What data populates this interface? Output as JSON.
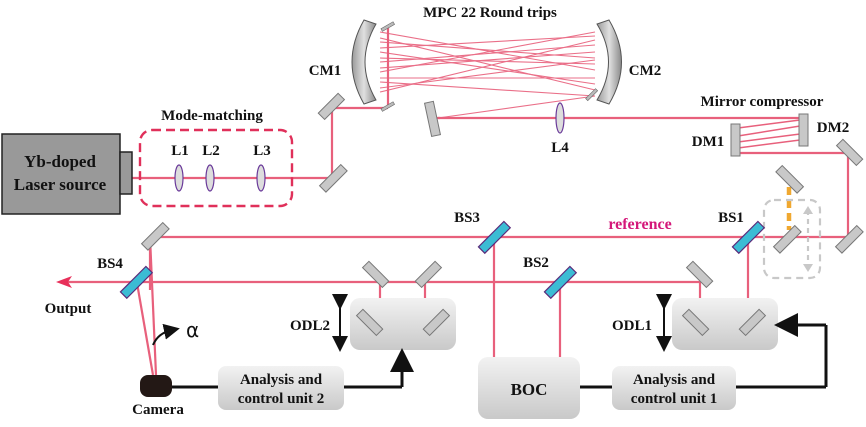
{
  "labels": {
    "laser_line1": "Yb-doped",
    "laser_line2": "Laser source",
    "mode_matching": "Mode-matching",
    "l1": "L1",
    "l2": "L2",
    "l3": "L3",
    "l4": "L4",
    "mpc_title": "MPC 22 Round trips",
    "cm1": "CM1",
    "cm2": "CM2",
    "mirror_compressor": "Mirror compressor",
    "dm1": "DM1",
    "dm2": "DM2",
    "reference": "reference",
    "bs1": "BS1",
    "bs2": "BS2",
    "bs3": "BS3",
    "bs4": "BS4",
    "output": "Output",
    "odl1": "ODL1",
    "odl2": "ODL2",
    "alpha": "α",
    "camera": "Camera",
    "boc": "BOC",
    "acu2_line1": "Analysis and",
    "acu2_line2": "control unit 2",
    "acu1_line1": "Analysis and",
    "acu1_line2": "control unit 1"
  },
  "colors": {
    "beam": "#e8607c",
    "reference_text": "#d4187a",
    "beamsplitter": "#3bbcd4",
    "beamsplitter_edge": "#5a2a7a",
    "mirror": "#c8c8c8",
    "dotted_beam_start": "#f5d020",
    "dotted_beam_end": "#f0a030",
    "mode_box": "#e0305a",
    "lens_edge": "#6a3a9a"
  }
}
